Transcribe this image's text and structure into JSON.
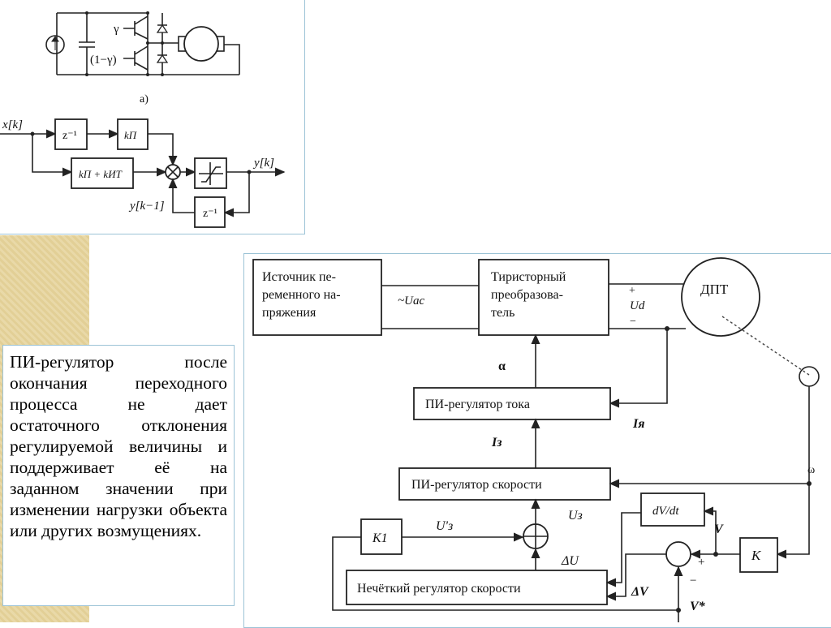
{
  "text_box": {
    "paragraph": "ПИ-регулятор после окончания переходного процесса не дает остаточного отклонения регулируемой величины и поддерживает её на заданном значении при изменении нагрузки объекта или других возмущениях."
  },
  "circuit": {
    "gate_top": "γ",
    "gate_bottom": "(1−γ)",
    "caption": "a)"
  },
  "discrete_pi": {
    "input": "x[k]",
    "delay1": "z⁻¹",
    "gain": "kП",
    "gain_sum": "kП + kИT",
    "output": "y[k]",
    "feedback_label": "y[k−1]",
    "delay2": "z⁻¹"
  },
  "drive": {
    "source_lines": [
      "Источник пе-",
      "ременного на-",
      "пряжения"
    ],
    "ac_label": "~Uac",
    "converter_lines": [
      "Тиристорный",
      "преобразова-",
      "тель"
    ],
    "plus": "+",
    "ud": "Ud",
    "minus": "−",
    "motor": "ДПТ",
    "alpha": "α",
    "current_reg": "ПИ-регулятор тока",
    "i_armature": "Iя",
    "i_ref": "Iз",
    "speed_reg": "ПИ-регулятор скорости",
    "omega": "ω",
    "derivative": "dV/dt",
    "u_ref": "Uз",
    "k1": "K1",
    "u_ref_prime": "U'з",
    "v": "V",
    "k": "K",
    "delta_u": "ΔU",
    "sum_plus": "+",
    "sum_minus": "−",
    "fuzzy_reg": "Нечёткий регулятор скорости",
    "delta_v": "ΔV",
    "v_star": "V*"
  }
}
